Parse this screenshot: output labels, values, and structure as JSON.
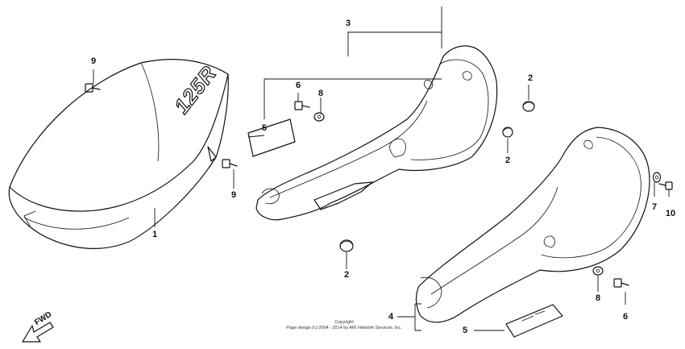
{
  "callouts": {
    "seat": "1",
    "cap_upper_right": "2",
    "cap_middle_right": "2",
    "cap_lower": "2",
    "left_side_cover": "3",
    "right_side_cover": "4",
    "mark_left": "5",
    "mark_right": "5",
    "bolt_left": "6",
    "bolt_right": "6",
    "washer_right": "7",
    "washer_left": "8",
    "washer_lower": "8",
    "bolt_seat_top": "9",
    "bolt_seat_side": "9",
    "bolt_far_right": "10"
  },
  "seat_emblem": "125R",
  "fwd_label": "FWD",
  "copyright": {
    "line1": "Copyright",
    "line2": "Page design (c) 2004 - 2014 by ARI Network Services, Inc."
  }
}
